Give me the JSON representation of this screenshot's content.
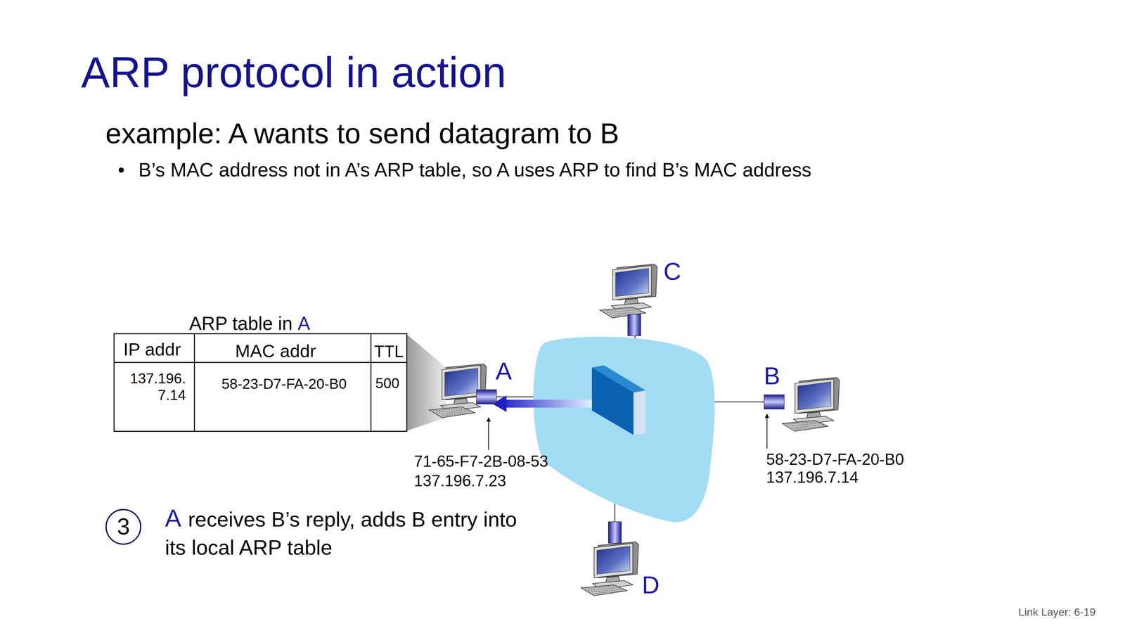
{
  "diagram": {
    "title": "ARP protocol in action",
    "nodes": [
      {
        "text": [
          "3"
        ]
      }
    ],
    "labels": [
      "example: A wants to send datagram to B",
      "B’s MAC address not in A’s ARP table, so A uses ARP to find B’s MAC address",
      "ARP table in",
      "A",
      "IP addr",
      "MAC addr",
      "TTL",
      "137.196. 7.14",
      "58-23-D7-FA-20-B0",
      "500",
      "C",
      "A",
      "B",
      "D",
      "71-65-F7-2B-08-53",
      "137.196.7.23",
      "58-23-D7-FA-20-B0",
      "137.196.7.14",
      "A",
      "receives B’s reply, adds B entry into its local ARP table",
      "Link Layer: 6-19"
    ]
  }
}
